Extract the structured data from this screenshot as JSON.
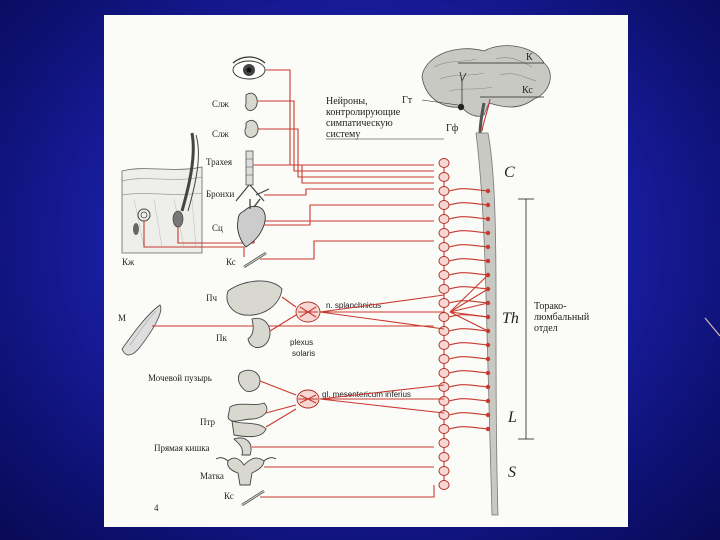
{
  "labels": {
    "top_k": "К",
    "top_kc": "Кс",
    "gt": "Гт",
    "gf": "Гф",
    "neurons_line1": "Нейроны,",
    "neurons_line2": "контролирующие",
    "neurons_line3": "симпатическую",
    "neurons_line4": "систему",
    "eye_slzh_1": "Слж",
    "eye_slzh_2": "Слж",
    "trachea": "Трахея",
    "bronchi": "Бронхи",
    "heart": "Сц",
    "skin": "Кж",
    "vessel_kc": "Кс",
    "muscle_m": "М",
    "liver": "Пч",
    "kidney": "Пк",
    "bladder": "Мочевой пузырь",
    "ptr": "Птр",
    "rectum": "Прямая кишка",
    "uterus": "Матка",
    "vessel_kc_bottom": "Кс",
    "page_num": "4",
    "splanchnicus": "n. splanchnicus",
    "plexus_1": "plexus",
    "plexus_2": "solaris",
    "mesentericum": "gl. mesentericum inferius",
    "seg_c": "C",
    "seg_th": "Th",
    "seg_l": "L",
    "seg_s": "S",
    "thoraco_1": "Торако-",
    "thoraco_2": "люмбальный",
    "thoraco_3": "отдел"
  },
  "colors": {
    "background": "#1a1fa8",
    "panel": "#fbfbf7",
    "nerve": "#c8392f"
  }
}
